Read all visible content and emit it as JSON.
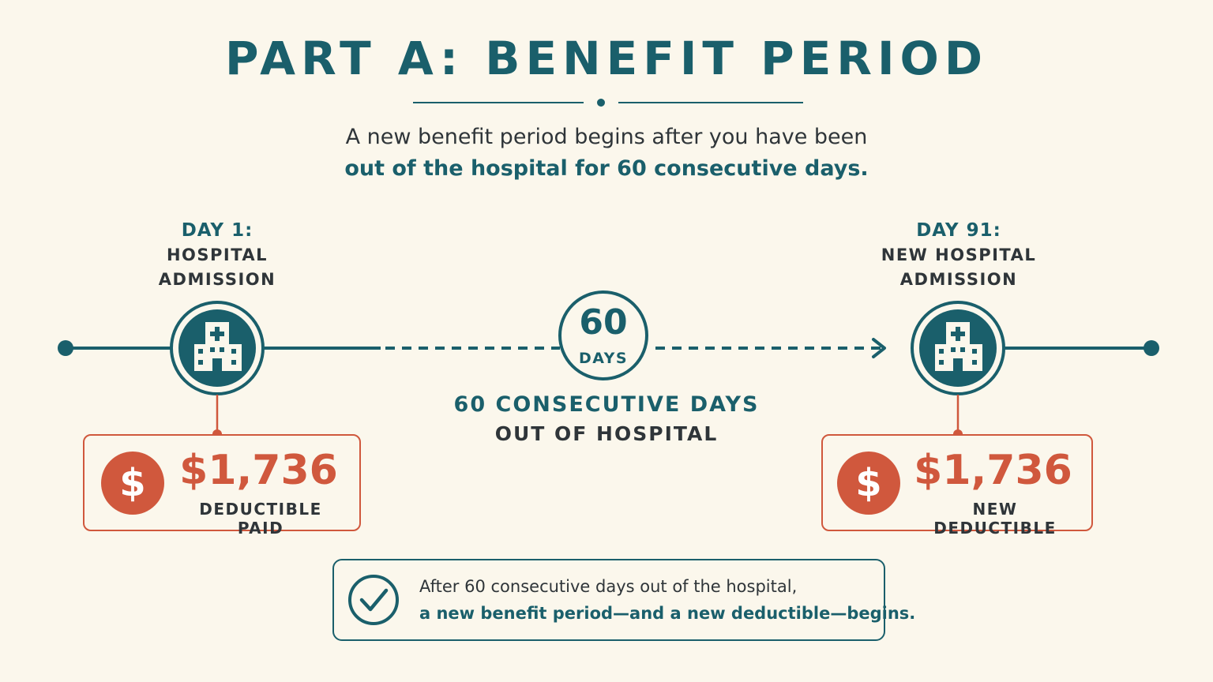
{
  "header": {
    "title": "PART A: BENEFIT PERIOD",
    "intro_line1": "A new benefit period begins after you have been",
    "intro_line2": "out of the hospital for 60 consecutive days."
  },
  "timeline": {
    "start_event": {
      "day_label": "DAY 1:",
      "desc_line1": "HOSPITAL",
      "desc_line2": "ADMISSION",
      "icon": "hospital-icon",
      "cost_amount": "$1,736",
      "cost_caption": "DEDUCTIBLE PAID",
      "cost_icon": "dollar-icon"
    },
    "gap": {
      "badge_number": "60",
      "badge_label": "DAYS",
      "caption_line1": "60 CONSECUTIVE DAYS",
      "caption_line2": "OUT OF HOSPITAL"
    },
    "end_event": {
      "day_label": "DAY 91:",
      "desc_line1": "NEW HOSPITAL",
      "desc_line2": "ADMISSION",
      "icon": "hospital-icon",
      "cost_amount": "$1,736",
      "cost_caption": "NEW DEDUCTIBLE",
      "cost_icon": "dollar-icon"
    }
  },
  "summary": {
    "icon": "checkmark-icon",
    "line1": "After 60 consecutive days out of the hospital,",
    "line2": "a new benefit period—and a new deductible—begins."
  },
  "colors": {
    "background": "#fbf7ec",
    "teal": "#1a5f6b",
    "accent": "#d0583d",
    "text": "#2f3539"
  }
}
